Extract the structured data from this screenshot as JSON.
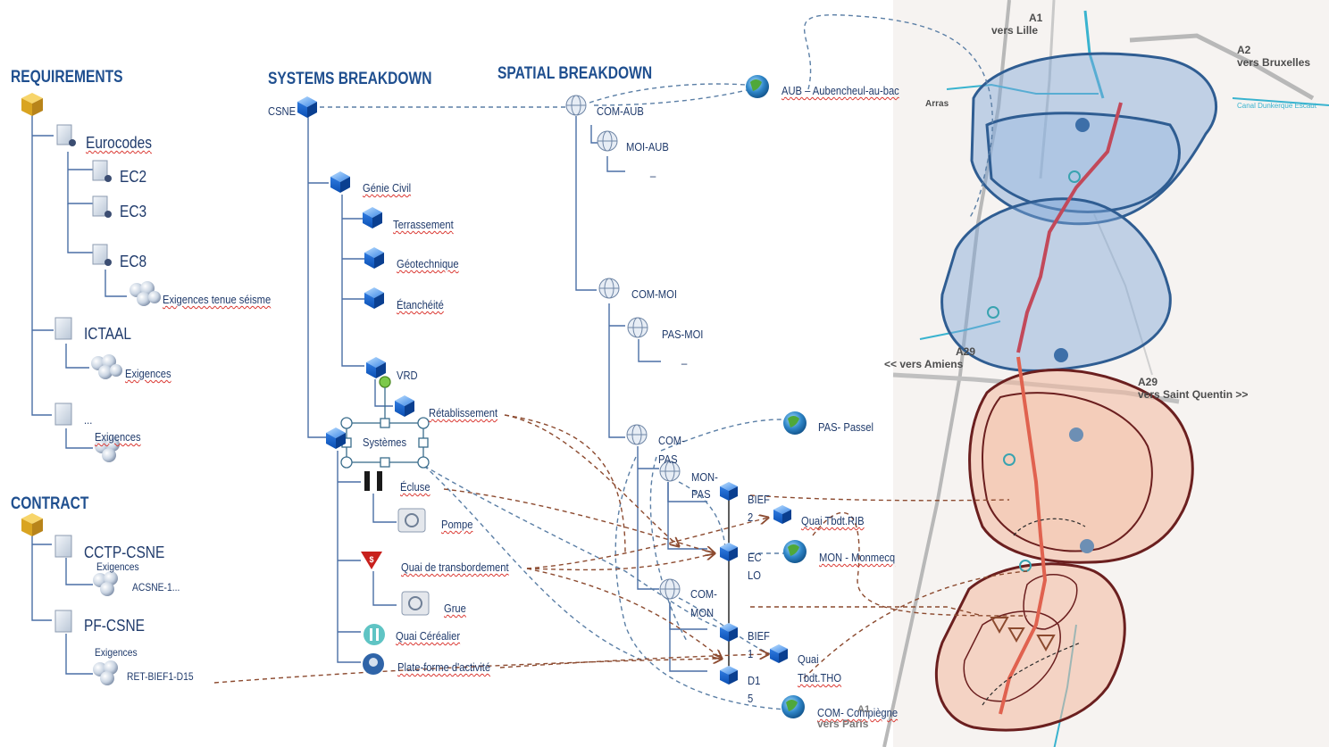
{
  "headers": {
    "requirements": "REQUIREMENTS",
    "contract": "CONTRACT",
    "systems": "SYSTEMS BREAKDOWN",
    "spatial": "SPATIAL BREAKDOWN"
  },
  "requirements": {
    "eurocodes": "Eurocodes",
    "ec2": "EC2",
    "ec3": "EC3",
    "ec8": "EC8",
    "ec8_req": "Exigences tenue séisme",
    "ictaal": "ICTAAL",
    "ictaal_req": "Exigences",
    "ellipsis": "...",
    "ellipsis_req": "Exigences"
  },
  "contract": {
    "cctp": "CCTP-CSNE",
    "cctp_req": "Exigences",
    "acsne": "ACSNE-1...",
    "pf": "PF-CSNE",
    "pf_req": "Exigences",
    "ret": "RET-BIEF1-D15"
  },
  "systems": {
    "csne": "CSNE",
    "genie_civil": "Génie Civil",
    "terrassement": "Terrassement",
    "geotechnique": "Géotechnique",
    "etancheite": "Étanchéité",
    "vrd": "VRD",
    "retablissement": "Rétablissement",
    "systemes": "Systèmes",
    "ecluse": "Écluse",
    "pompe": "Pompe",
    "quai_transbordement": "Quai de transbordement",
    "grue": "Grue",
    "quai_cerealier": "Quai Céréalier",
    "plateforme": "Plate-forme d'activité"
  },
  "spatial": {
    "aub": "AUB – Aubencheul-au-bac",
    "com_aub": "COM-AUB",
    "moi_aub": "MOI-AUB",
    "dash1": "_",
    "com_moi": "COM-MOI",
    "pas_moi": "PAS-MOI",
    "dash2": "_",
    "passel": "PAS- Passel",
    "com_pas_1": "COM-",
    "com_pas_2": "PAS",
    "mon_pas_1": "MON-",
    "mon_pas_2": "PAS",
    "bief2_1": "BIEF",
    "bief2_2": "2",
    "quai_rib": "Quai Tbdt.RIB",
    "eclo_1": "EC",
    "eclo_2": "LO",
    "monmecq": "MON - Monmecq",
    "com_mon_1": "COM-",
    "com_mon_2": "MON",
    "bief1_1": "BIEF",
    "bief1_2": "1",
    "quai_tho_1": "Quai",
    "quai_tho_2": "Tbdt.THO",
    "d15_1": "D1",
    "d15_2": "5",
    "compiegne": "COM- Compiègne"
  },
  "map": {
    "a1_1": "A1",
    "a1_2": "vers Lille",
    "a2_1": "A2",
    "a2_2": "vers Bruxelles",
    "arras": "Arras",
    "canal": "Canal Dunkerque Escaut",
    "a29_1": "A29",
    "a29_2": "vers Saint Quentin >>",
    "amiens_1": "A29",
    "amiens_2": "<< vers Amiens",
    "paris": "vers Paris",
    "a1_bottom": "A1"
  },
  "colors": {
    "heading": "#1f4f8f",
    "text": "#1f3a6b",
    "tree_line": "#4a6fa5",
    "blue_link": "#5b7fa6",
    "brown_link": "#8c4a2f",
    "blue_zone": "#3f6ea8",
    "brown_zone": "#6b1f1f"
  }
}
